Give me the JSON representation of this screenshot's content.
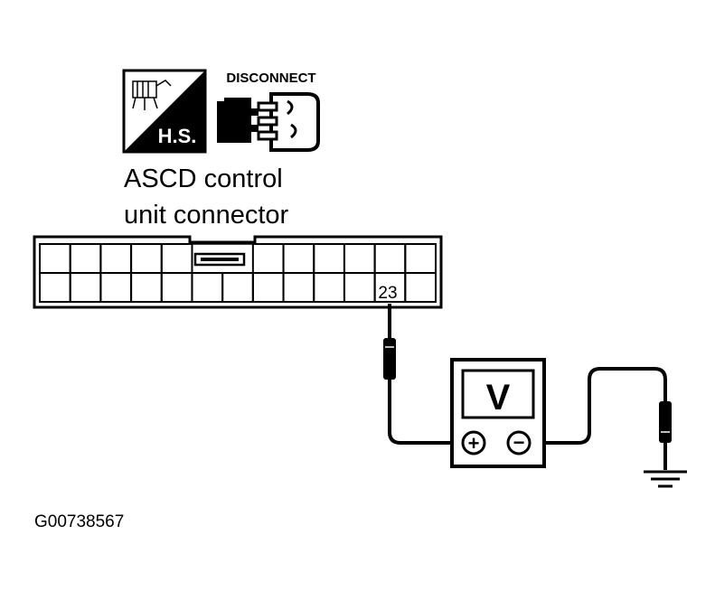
{
  "icons": {
    "hs_label": "H.S.",
    "disconnect_label": "DISCONNECT"
  },
  "connector": {
    "title_line1": "ASCD control",
    "title_line2": "unit connector",
    "pin_label": "23"
  },
  "meter": {
    "symbol": "V",
    "positive": "+",
    "negative": "−"
  },
  "figure_id": "G00738567"
}
